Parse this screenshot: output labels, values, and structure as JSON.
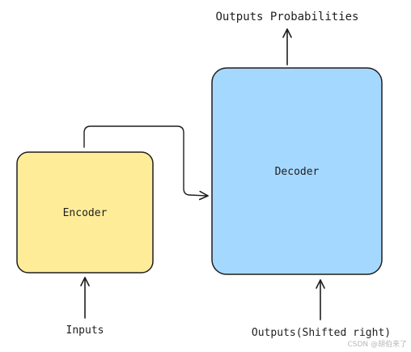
{
  "diagram": {
    "top_label": "Outputs Probabilities",
    "encoder": {
      "label": "Encoder",
      "fill": "#ffec99",
      "stroke": "#1e1e1e"
    },
    "decoder": {
      "label": "Decoder",
      "fill": "#a5d8ff",
      "stroke": "#1e1e1e"
    },
    "inputs_label": "Inputs",
    "outputs_label": "Outputs(Shifted right)",
    "watermark": "CSDN @胡伯来了"
  }
}
